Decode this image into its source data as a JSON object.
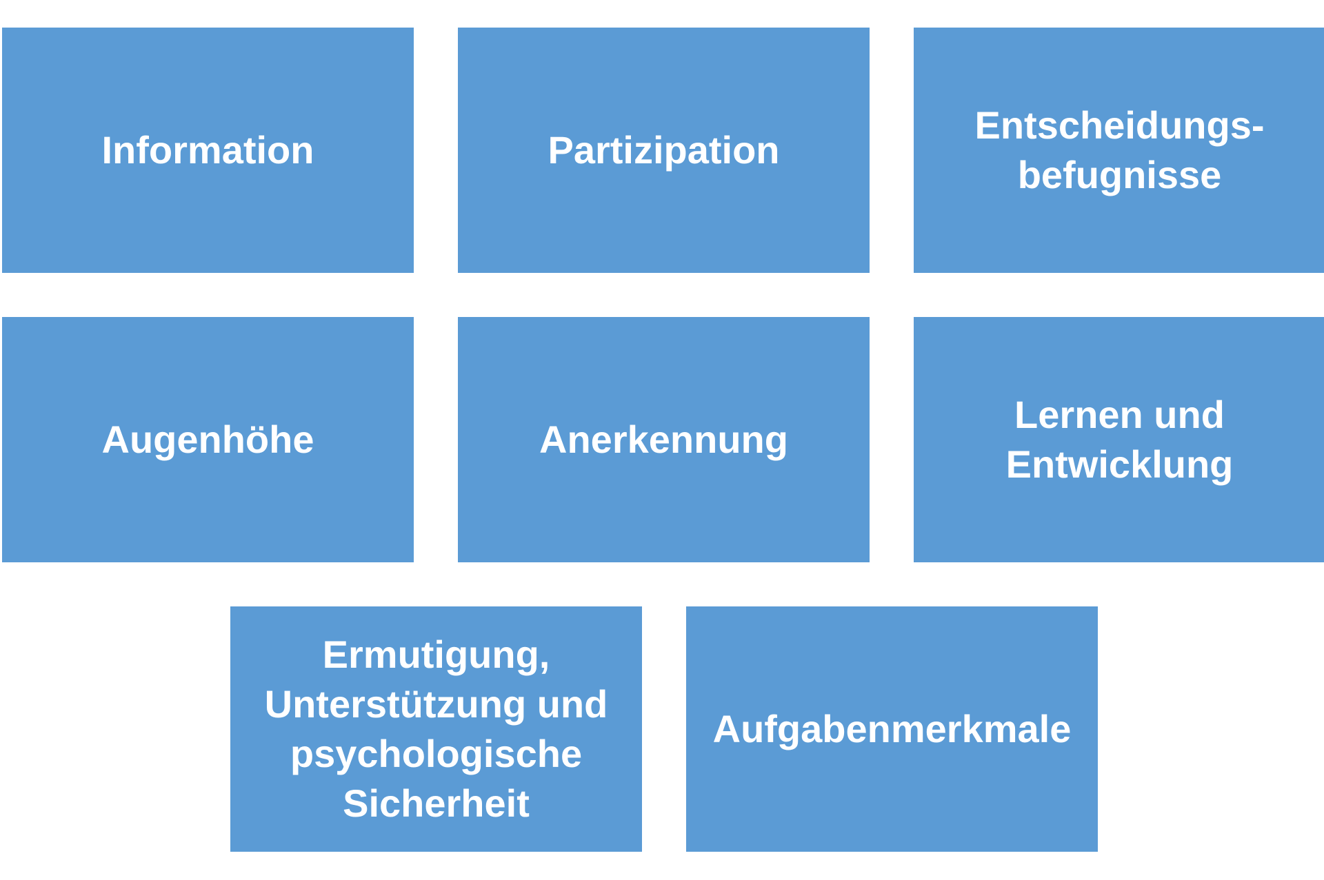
{
  "diagram": {
    "box_color": "#5b9bd5",
    "text_color": "#ffffff",
    "boxes": [
      {
        "label": "Information"
      },
      {
        "label": "Partizipation"
      },
      {
        "label": "Entscheidungs-\nbefugnisse"
      },
      {
        "label": "Augenhöhe"
      },
      {
        "label": "Anerkennung"
      },
      {
        "label": "Lernen und\nEntwicklung"
      },
      {
        "label": "Ermutigung,\nUnterstützung und\npsychologische\nSicherheit"
      },
      {
        "label": "Aufgabenmerkmale"
      }
    ]
  }
}
